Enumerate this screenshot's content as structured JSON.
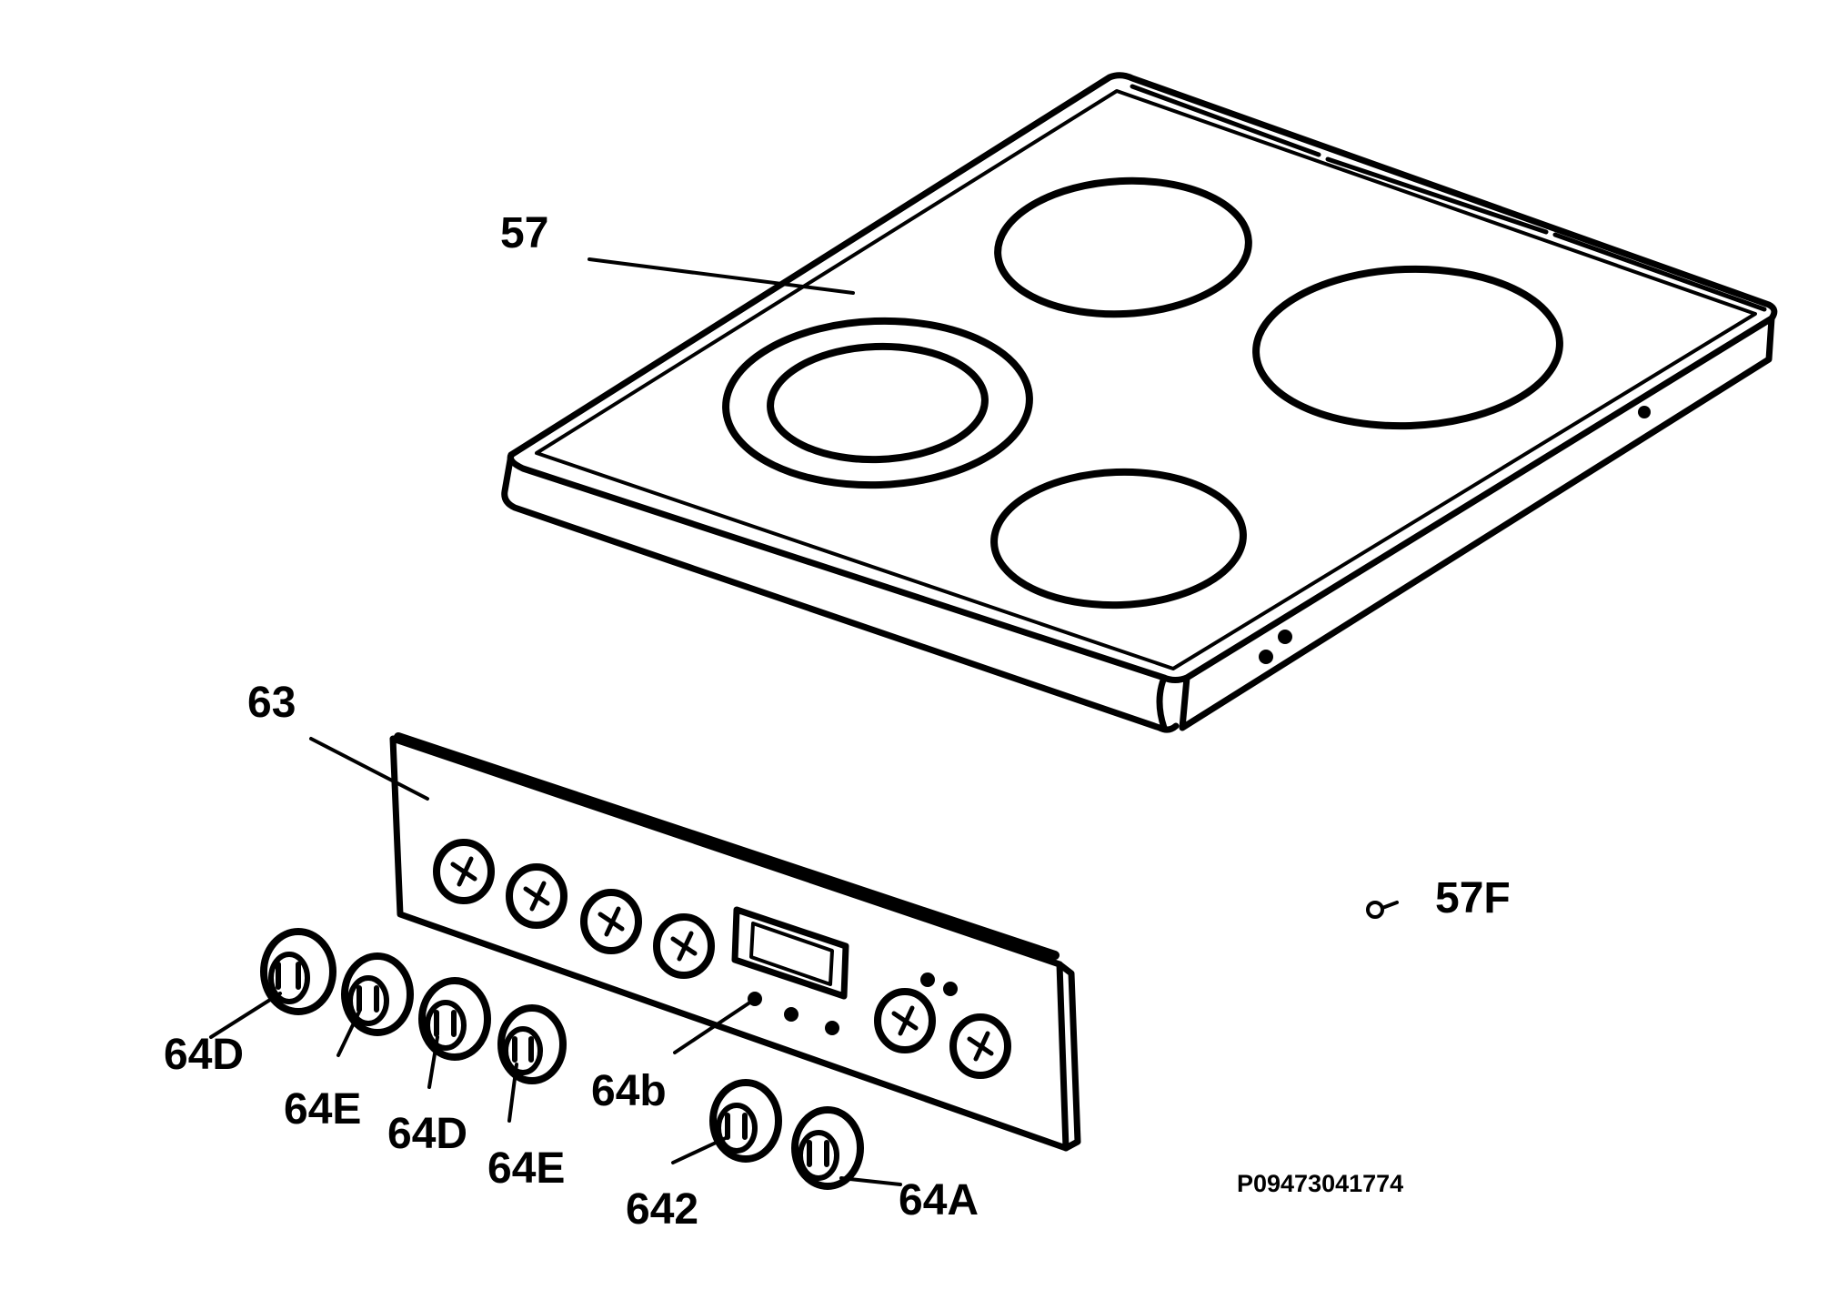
{
  "diagram": {
    "labels": {
      "hob": "57",
      "clip": "57F",
      "panel": "63",
      "knob_d_1": "64D",
      "knob_e_1": "64E",
      "knob_d_2": "64D",
      "knob_e_2": "64E",
      "indicator": "64b",
      "knob_642": "642",
      "knob_a": "64A"
    },
    "reference_code": "P09473041774"
  }
}
